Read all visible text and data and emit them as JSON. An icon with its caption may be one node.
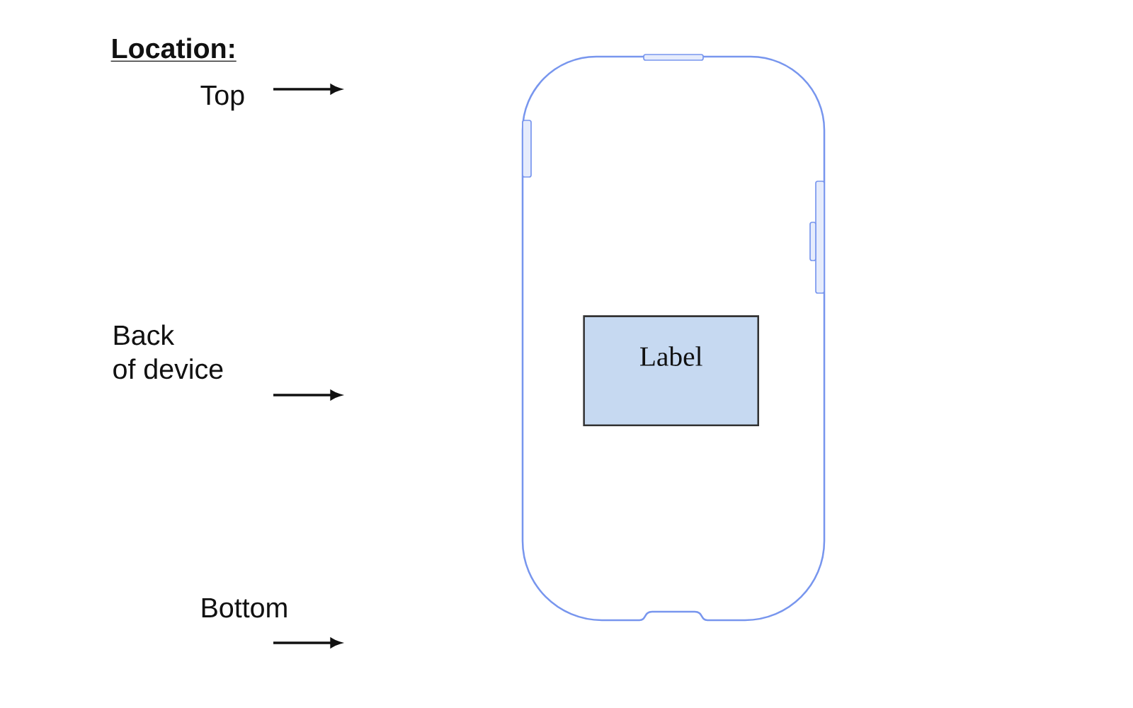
{
  "diagram": {
    "title": "Location:",
    "nodes": [
      {
        "text": [],
        "shape": "picture"
      },
      {
        "text": [
          "Label"
        ],
        "in": 0
      }
    ],
    "labels": [
      "Top",
      "Back of device",
      "Bottom"
    ]
  }
}
